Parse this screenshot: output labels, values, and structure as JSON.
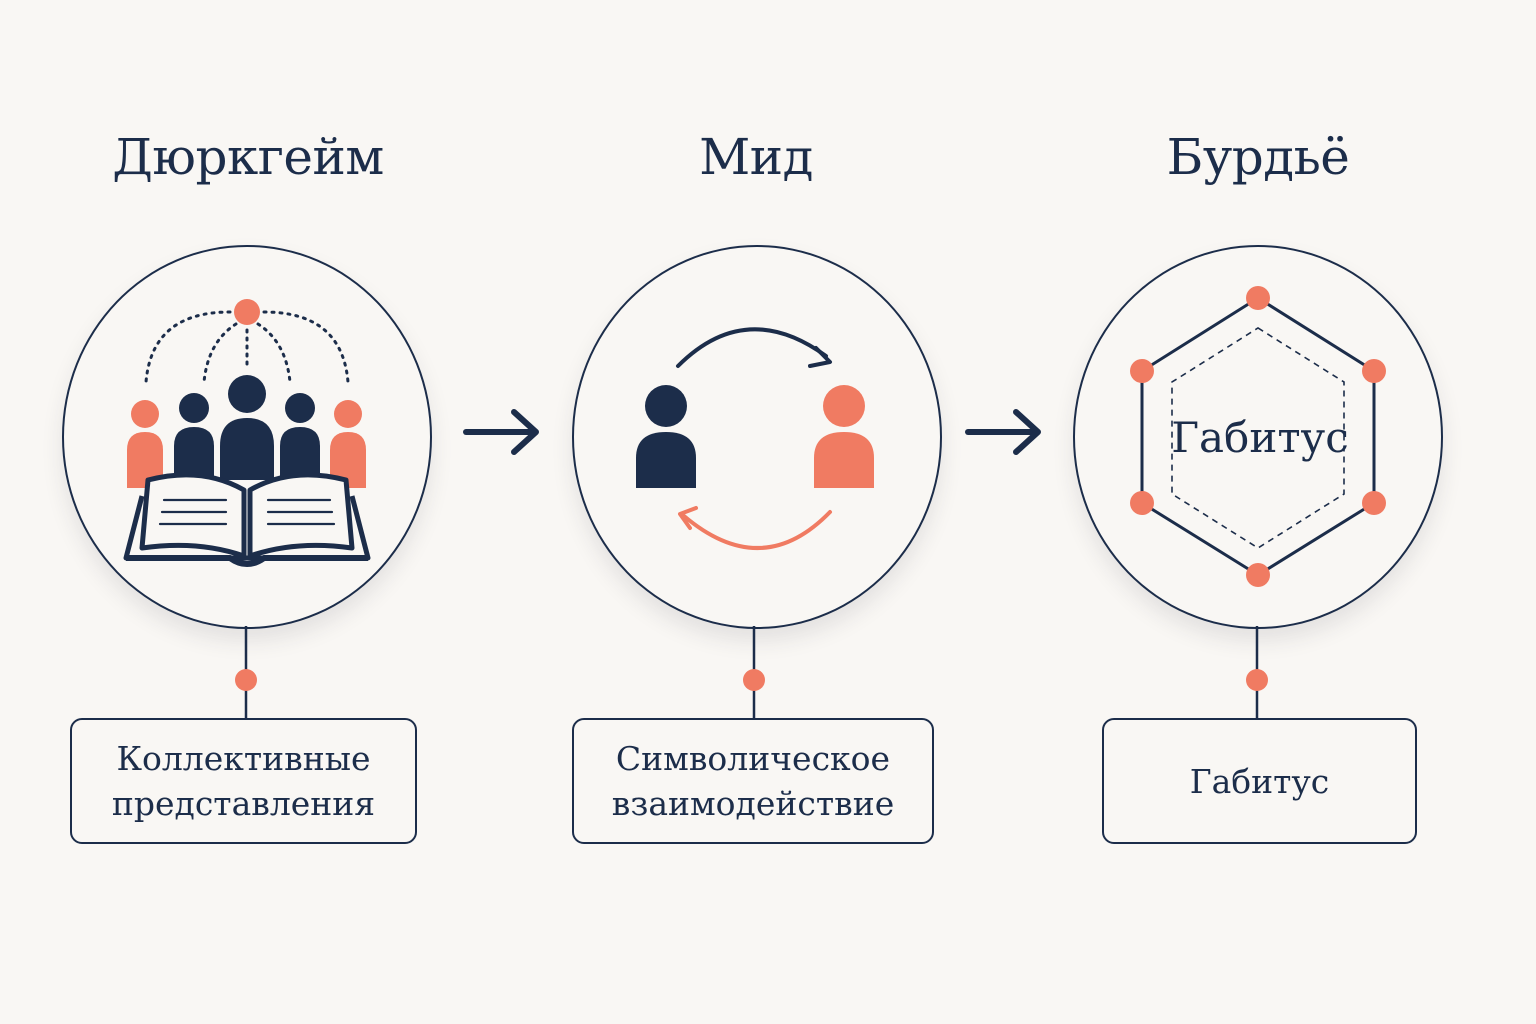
{
  "colors": {
    "navy": "#1c2d4a",
    "coral": "#f07b62",
    "background": "#f9f7f4"
  },
  "stages": [
    {
      "title": "Дюркгейм",
      "icon": "crowd-with-book-icon",
      "label": [
        "Коллективные",
        "представления"
      ]
    },
    {
      "title": "Мид",
      "icon": "two-people-exchange-icon",
      "label": [
        "Символическое",
        "взаимодействие"
      ]
    },
    {
      "title": "Бурдьё",
      "icon": "hexagon-network-icon",
      "center_text": "Габитус",
      "label": [
        "Габитус"
      ]
    }
  ]
}
